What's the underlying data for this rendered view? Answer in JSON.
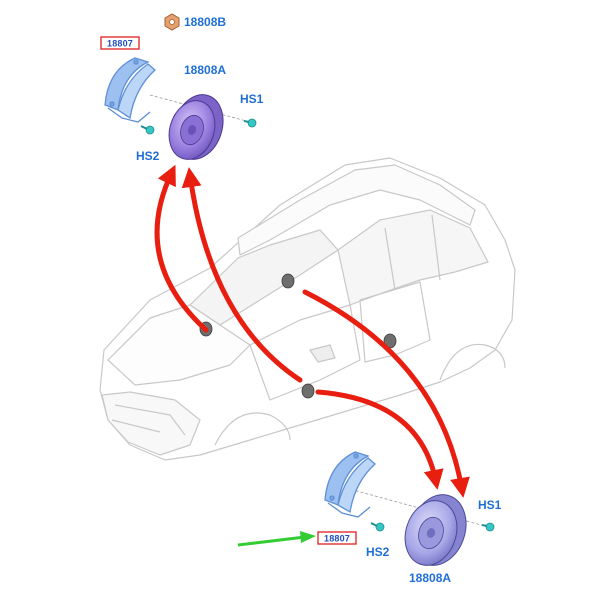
{
  "colors": {
    "callout_text": "#1f6fd6",
    "boxed_label_text": "#1f4fc0",
    "boxed_label_border": "#e02020",
    "arrow_red": "#e81e10",
    "arrow_green": "#33cc33",
    "speaker_purple": "#9a7fe0",
    "speaker_lavender": "#a9a8e8",
    "bracket_blue": "#7aa7e6",
    "screw_teal": "#36c6c6",
    "nut_orange": "#e3a070",
    "car_outline": "#c8c8c8"
  },
  "labels": {
    "nut": "18808B",
    "boxed_top": "18807",
    "speaker_top": "18808A",
    "screw_top_right": "HS1",
    "screw_top_left": "HS2",
    "screw_bottom_right": "HS1",
    "screw_bottom_left": "HS2",
    "boxed_bottom": "18807",
    "speaker_bottom": "18808A"
  }
}
